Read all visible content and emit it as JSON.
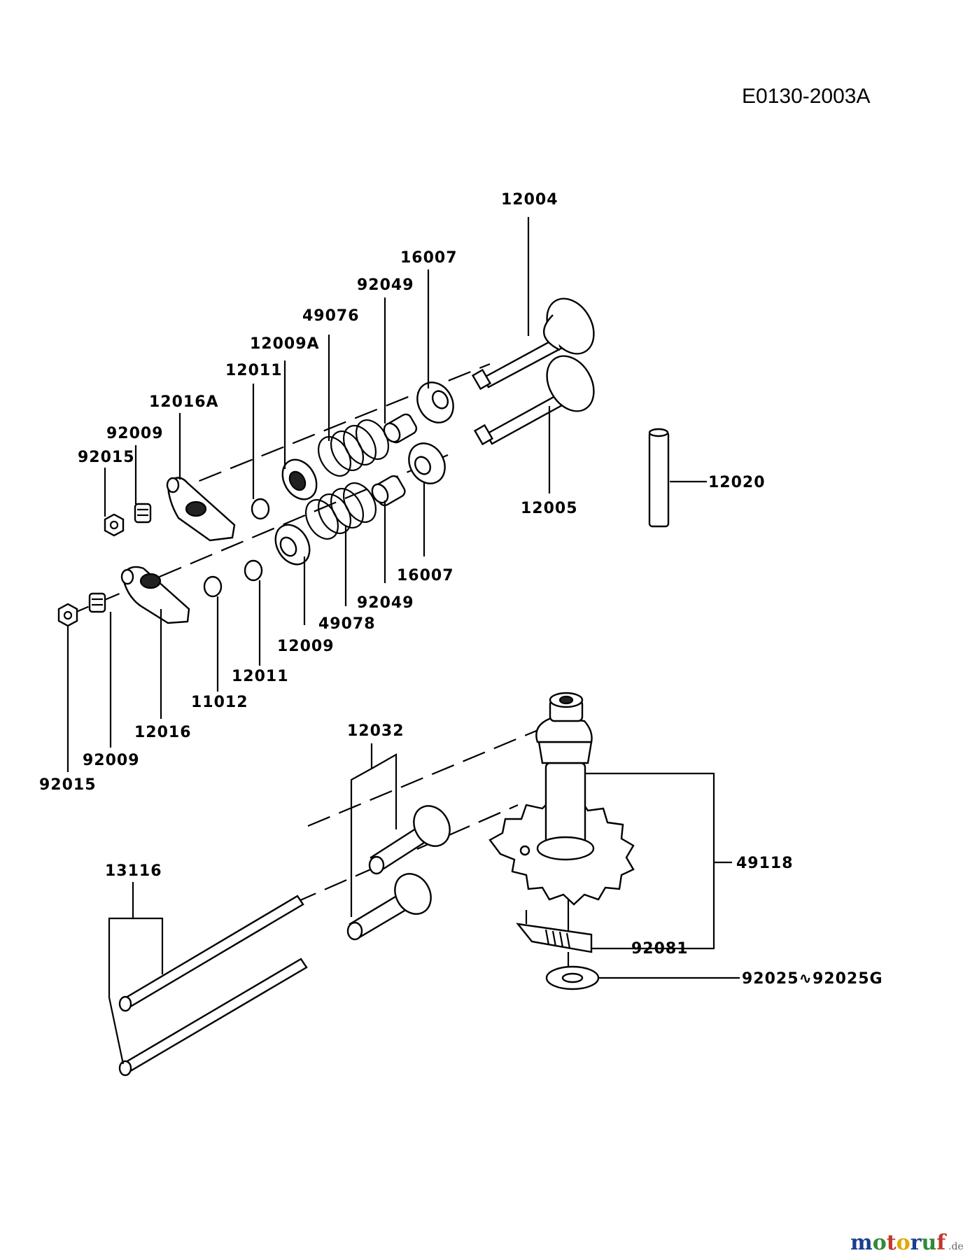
{
  "diagram_code": "E0130-2003A",
  "labels": {
    "p12004": "12004",
    "p16007a": "16007",
    "p92049a": "92049",
    "p49076": "49076",
    "p12009A": "12009A",
    "p12011a": "12011",
    "p12016A": "12016A",
    "p92009a": "92009",
    "p92015a": "92015",
    "p12020": "12020",
    "p12005": "12005",
    "p16007b": "16007",
    "p92049b": "92049",
    "p49078": "49078",
    "p12009": "12009",
    "p12011b": "12011",
    "p11012": "11012",
    "p12016": "12016",
    "p92009b": "92009",
    "p92015b": "92015",
    "p12032": "12032",
    "p49118": "49118",
    "p13116": "13116",
    "p92081": "92081",
    "p92025": "92025∿92025G"
  },
  "watermark": {
    "brand": "motoruf",
    "tld": ".de"
  },
  "colors": {
    "ink": "#000000",
    "paper": "#ffffff",
    "wm_m": "#1a3e8f",
    "wm_o": "#2e8b3a",
    "wm_t": "#c0392b",
    "wm_u": "#e0a800"
  }
}
